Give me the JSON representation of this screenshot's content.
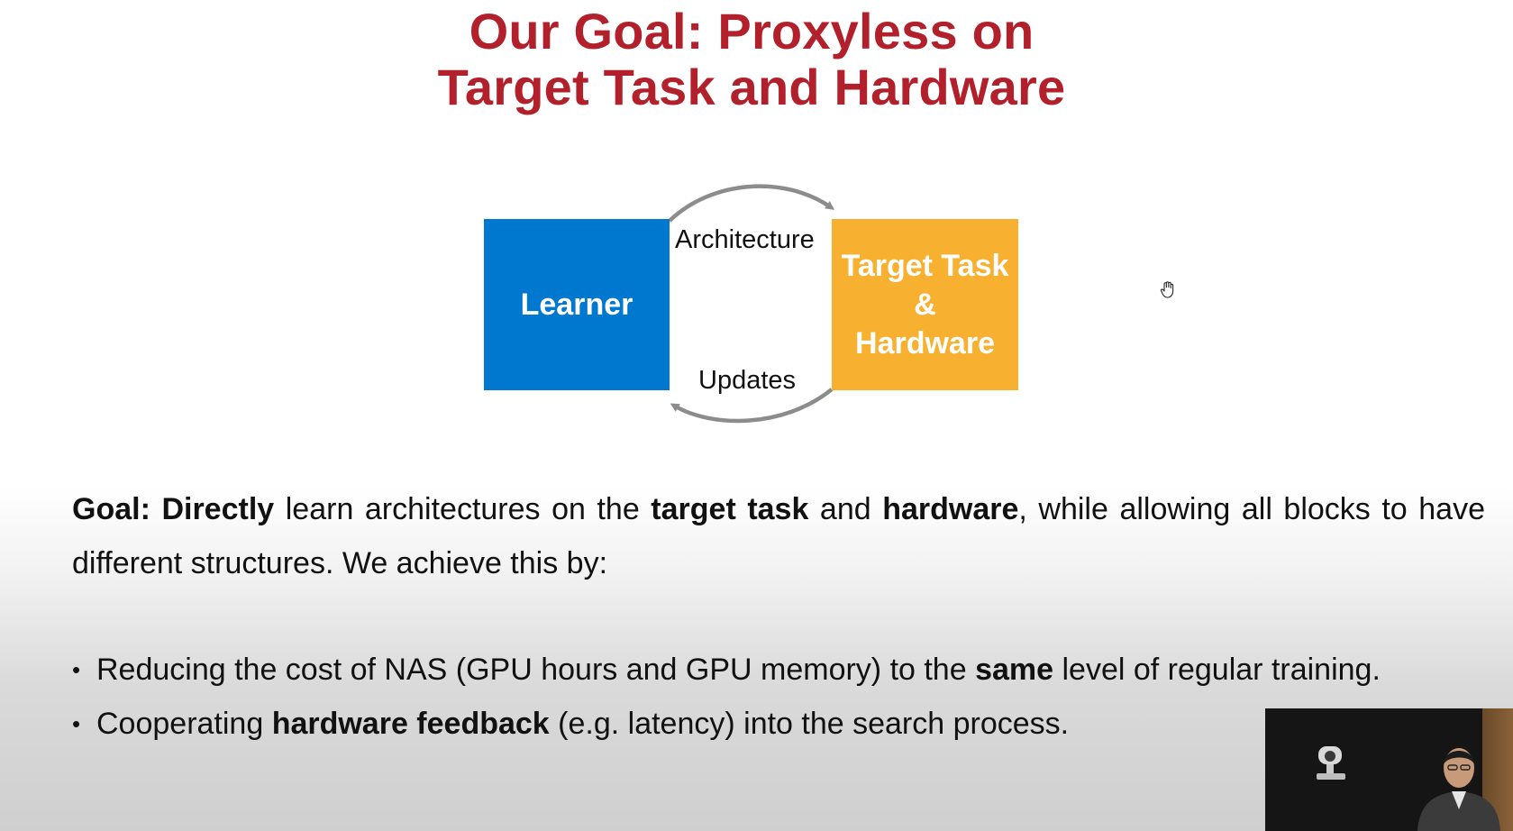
{
  "slide": {
    "title_line1": "Our Goal: Proxyless on",
    "title_line2": "Target Task and Hardware"
  },
  "diagram": {
    "learner_label": "Learner",
    "target_line1": "Target Task",
    "target_line2": "&",
    "target_line3": "Hardware",
    "arrow_top_label": "Architecture",
    "arrow_bottom_label": "Updates",
    "colors": {
      "learner_box": "#0078cf",
      "target_box": "#f8b030",
      "arrow": "#8c8c8c"
    }
  },
  "goal": {
    "lead_bold": "Goal: Directly",
    "text1": " learn architectures on the ",
    "bold2": "target task",
    "text2": " and ",
    "bold3": "hardware",
    "text3": ", while allowing all blocks to have different structures. We achieve this by:"
  },
  "bullets": [
    {
      "marker": "•",
      "text_before": "Reducing the cost of NAS (GPU hours and GPU memory) to the ",
      "bold": "same",
      "text_after": " level of regular training."
    },
    {
      "marker": "•",
      "text_before": "Cooperating ",
      "bold": "hardware feedback",
      "text_after": " (e.g. latency) into the search process."
    }
  ],
  "overlay": {
    "cursor_icon": "hand-cursor-icon",
    "webcam_icon": "speaker-webcam-feed"
  },
  "colors": {
    "title": "#b2202b"
  }
}
